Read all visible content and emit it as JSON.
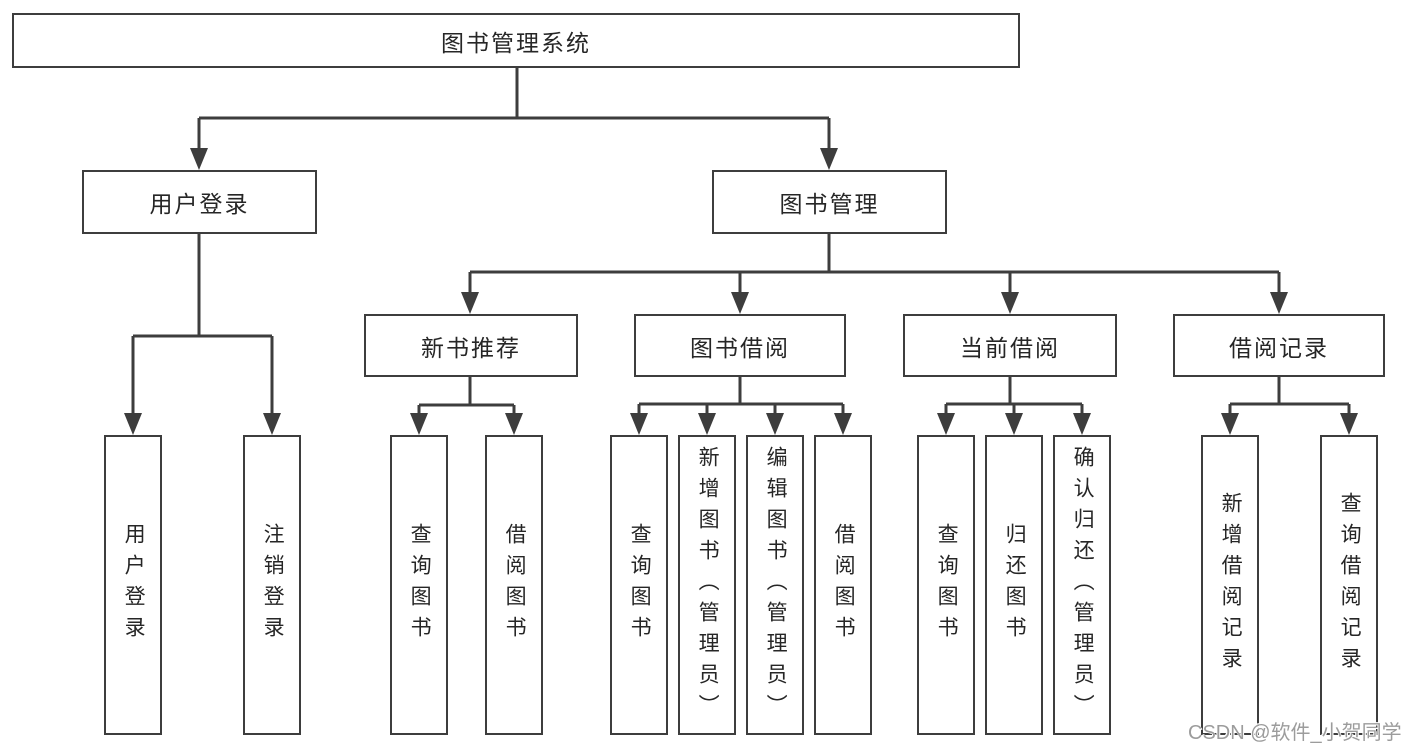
{
  "colors": {
    "line": "#3d3d3d",
    "text": "#262626",
    "watermark": "#9c9c9c",
    "background": "#ffffff"
  },
  "tree": {
    "root": "图书管理系统",
    "children": [
      {
        "label": "用户登录",
        "children": [
          "用户登录",
          "注销登录"
        ]
      },
      {
        "label": "图书管理",
        "children": [
          {
            "label": "新书推荐",
            "children": [
              "查询图书",
              "借阅图书"
            ]
          },
          {
            "label": "图书借阅",
            "children": [
              "查询图书",
              "新增图书（管理员）",
              "编辑图书（管理员）",
              "借阅图书"
            ]
          },
          {
            "label": "当前借阅",
            "children": [
              "查询图书",
              "归还图书",
              "确认归还（管理员）"
            ]
          },
          {
            "label": "借阅记录",
            "children": [
              "新增借阅记录",
              "查询借阅记录"
            ]
          }
        ]
      }
    ]
  },
  "watermark": {
    "text": "CSDN @软件_小贺同学"
  }
}
